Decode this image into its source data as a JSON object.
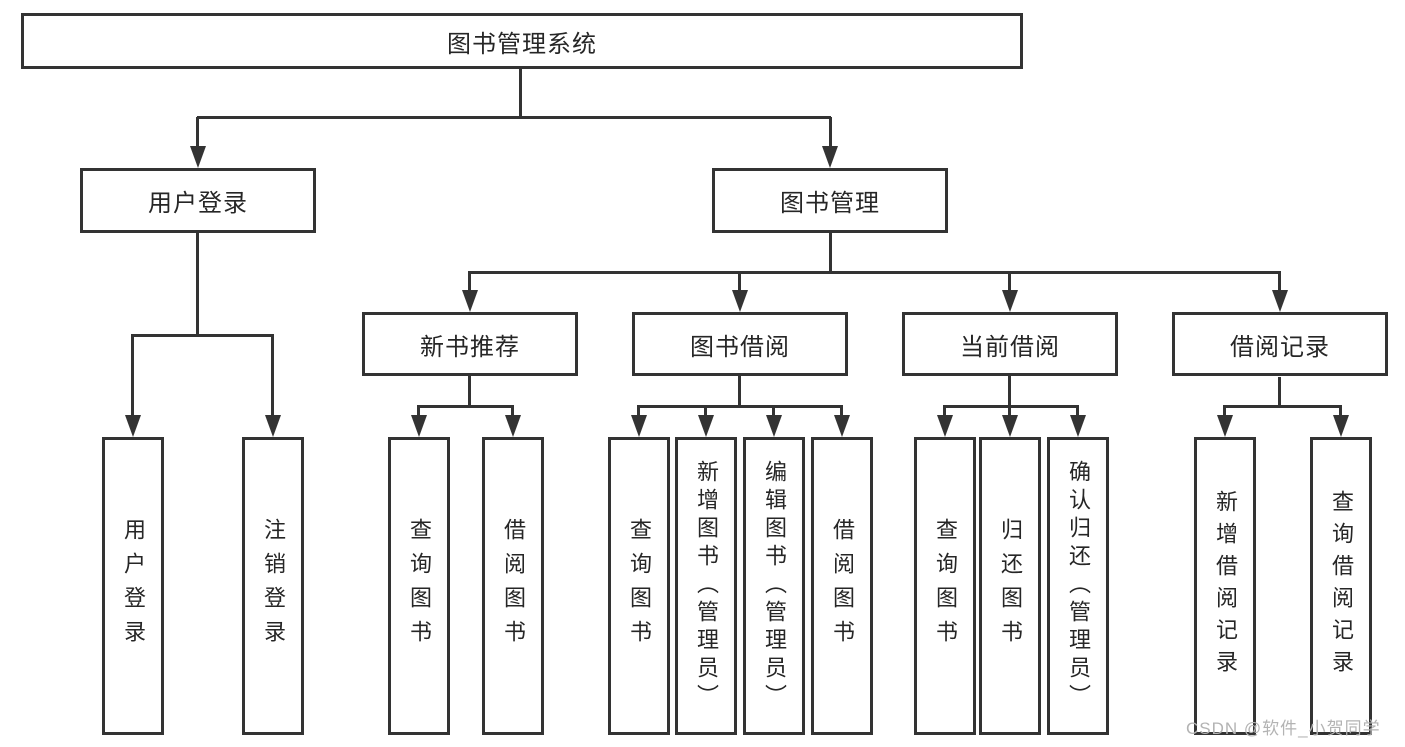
{
  "diagram": {
    "root": {
      "label": "图书管理系统"
    },
    "level2": [
      {
        "label": "用户登录"
      },
      {
        "label": "图书管理"
      }
    ],
    "level3": [
      {
        "label": "新书推荐",
        "parent": "图书管理"
      },
      {
        "label": "图书借阅",
        "parent": "图书管理"
      },
      {
        "label": "当前借阅",
        "parent": "图书管理"
      },
      {
        "label": "借阅记录",
        "parent": "图书管理"
      }
    ],
    "leaves": [
      {
        "label": "用户登录",
        "parent": "用户登录"
      },
      {
        "label": "注销登录",
        "parent": "用户登录"
      },
      {
        "label": "查询图书",
        "parent": "新书推荐"
      },
      {
        "label": "借阅图书",
        "parent": "新书推荐"
      },
      {
        "label": "查询图书",
        "parent": "图书借阅"
      },
      {
        "label": "新增图书（管理员）",
        "parent": "图书借阅"
      },
      {
        "label": "编辑图书（管理员）",
        "parent": "图书借阅"
      },
      {
        "label": "借阅图书",
        "parent": "图书借阅"
      },
      {
        "label": "查询图书",
        "parent": "当前借阅"
      },
      {
        "label": "归还图书",
        "parent": "当前借阅"
      },
      {
        "label": "确认归还（管理员）",
        "parent": "当前借阅"
      },
      {
        "label": "新增借阅记录",
        "parent": "借阅记录"
      },
      {
        "label": "查询借阅记录",
        "parent": "借阅记录"
      }
    ]
  },
  "watermark": {
    "text": "CSDN @软件_小贺同学"
  },
  "colors": {
    "line": "#333333",
    "border": "#333333",
    "text": "#262626",
    "watermark": "#b3b3b3",
    "background": "#ffffff"
  }
}
